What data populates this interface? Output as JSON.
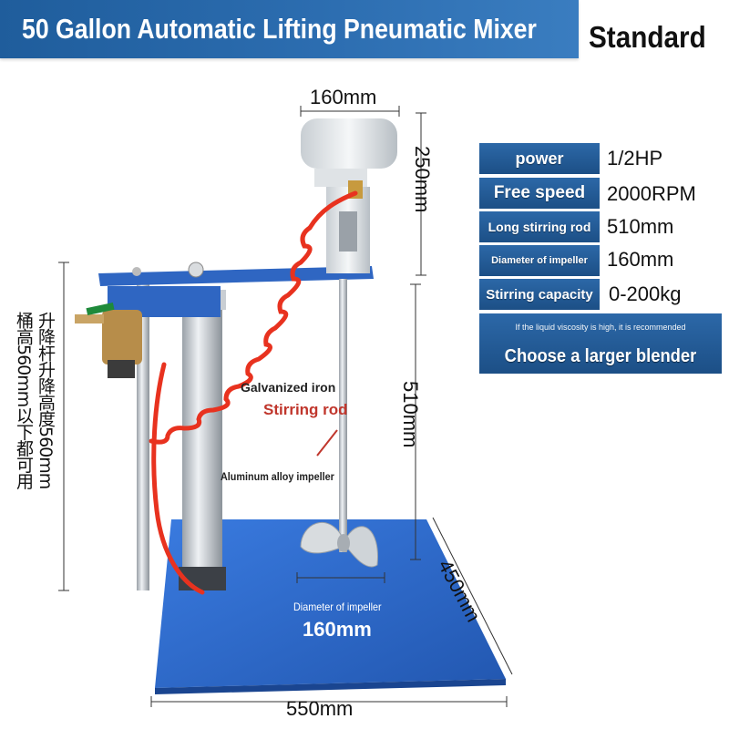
{
  "header": {
    "title": "50 Gallon Automatic Lifting Pneumatic Mixer",
    "badge": "Standard"
  },
  "specs": [
    {
      "label": "power",
      "value": "1/2HP"
    },
    {
      "label": "Free speed",
      "value": "2000RPM"
    },
    {
      "label": "Long stirring rod",
      "value": "510mm"
    },
    {
      "label": "Diameter of impeller",
      "value": "160mm"
    },
    {
      "label": "Stirring capacity",
      "value": "0-200kg"
    }
  ],
  "note": {
    "small": "If the liquid viscosity is high, it is recommended",
    "big": "Choose a larger blender"
  },
  "dimensions": {
    "motor_width": "160mm",
    "motor_height": "250mm",
    "rod_length": "510mm",
    "base_depth": "450mm",
    "base_width": "550mm",
    "impeller_diameter": "160mm"
  },
  "side_text": {
    "col1": "升降杆升降高度560mm",
    "col2": "桶高560mm以下都可用"
  },
  "callouts": {
    "rod_material": "Galvanized iron",
    "rod_name": "Stirring rod",
    "impeller": "Aluminum alloy impeller",
    "impeller_diameter_label": "Diameter of impeller"
  },
  "colors": {
    "banner": "#2c6db0",
    "base_plate": "#2f6fd0",
    "hose": "#e8321f",
    "callout_red": "#c0362c"
  }
}
